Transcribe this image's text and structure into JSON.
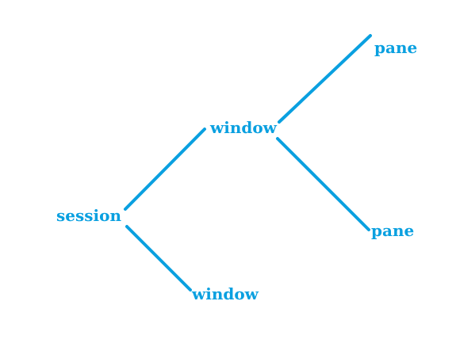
{
  "colors": {
    "accent": "#0aa0e0"
  },
  "diagram": {
    "nodes": {
      "session": "session",
      "window_top": "window",
      "window_bottom": "window",
      "pane_top": "pane",
      "pane_bottom": "pane"
    },
    "edges": [
      {
        "from": "session",
        "to": "window_top"
      },
      {
        "from": "session",
        "to": "window_bottom"
      },
      {
        "from": "window_top",
        "to": "pane_top"
      },
      {
        "from": "window_top",
        "to": "pane_bottom"
      }
    ]
  }
}
